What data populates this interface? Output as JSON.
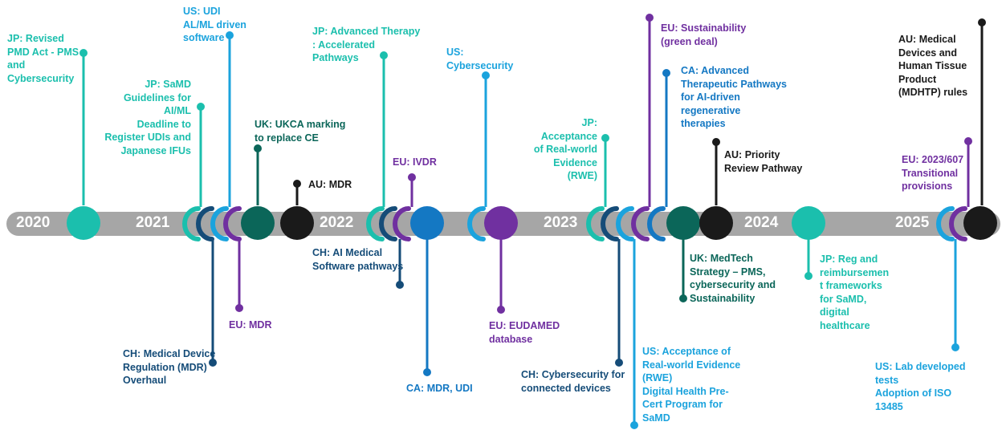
{
  "colors": {
    "teal": "#1bbfad",
    "sky": "#1ba3dd",
    "blue": "#1478c3",
    "navy": "#154c78",
    "purple": "#7030a0",
    "darkteal": "#0b6659",
    "black": "#1a1a1a",
    "bar": "#a6a6a6"
  },
  "years": [
    "2020",
    "2021",
    "2022",
    "2023",
    "2024",
    "2025"
  ],
  "events": [
    {
      "id": "jp-pmd-act",
      "color": "teal",
      "text": "JP: Revised\nPMD Act - PMS\nand\nCybersecurity"
    },
    {
      "id": "jp-samd",
      "color": "teal",
      "text": "JP: SaMD\nGuidelines for\nAI/ML\nDeadline to\nRegister UDIs and\nJapanese IFUs"
    },
    {
      "id": "us-udi-aiml",
      "color": "sky",
      "text": "US: UDI\nAL/ML driven\nsoftware"
    },
    {
      "id": "ch-mdr-overhaul",
      "color": "navy",
      "text": "CH: Medical Device\nRegulation (MDR)\nOverhaul"
    },
    {
      "id": "eu-mdr",
      "color": "purple",
      "text": "EU: MDR"
    },
    {
      "id": "uk-ukca",
      "color": "darkteal",
      "text": "UK: UKCA marking\nto replace CE"
    },
    {
      "id": "au-mdr",
      "color": "black",
      "text": "AU: MDR"
    },
    {
      "id": "jp-advanced-therapy",
      "color": "teal",
      "text": "JP: Advanced Therapy\n: Accelerated\nPathways"
    },
    {
      "id": "ch-ai-software",
      "color": "navy",
      "text": "CH: AI Medical\nSoftware pathways"
    },
    {
      "id": "eu-ivdr",
      "color": "purple",
      "text": "EU: IVDR"
    },
    {
      "id": "ca-mdr-udi",
      "color": "blue",
      "text": "CA: MDR, UDI"
    },
    {
      "id": "us-cybersecurity",
      "color": "sky",
      "text": "US:\nCybersecurity"
    },
    {
      "id": "eu-eudamed",
      "color": "purple",
      "text": "EU: EUDAMED\ndatabase"
    },
    {
      "id": "jp-rwe",
      "color": "teal",
      "text": "JP:\nAcceptance\nof Real-world\nEvidence\n(RWE)"
    },
    {
      "id": "ch-cyber-connected",
      "color": "navy",
      "text": "CH: Cybersecurity for\nconnected devices"
    },
    {
      "id": "us-rwe-precert",
      "color": "sky",
      "text": "US: Acceptance of\nReal-world Evidence\n(RWE)\nDigital Health Pre-\nCert Program for\nSaMD"
    },
    {
      "id": "eu-sustainability",
      "color": "purple",
      "text": "EU: Sustainability\n(green deal)"
    },
    {
      "id": "ca-advanced-ai",
      "color": "blue",
      "text": "CA: Advanced\nTherapeutic Pathways\nfor AI-driven\nregenerative\ntherapies"
    },
    {
      "id": "uk-medtech",
      "color": "darkteal",
      "text": "UK: MedTech\nStrategy – PMS,\ncybersecurity and\nSustainability"
    },
    {
      "id": "au-priority",
      "color": "black",
      "text": "AU: Priority\nReview Pathway"
    },
    {
      "id": "jp-samd-reimb",
      "color": "teal",
      "text": "JP: Reg and\nreimbursemen\nt frameworks\nfor SaMD,\ndigital\nhealthcare"
    },
    {
      "id": "eu-2023-607",
      "color": "purple",
      "text": "EU: 2023/607\nTransitional\nprovisions"
    },
    {
      "id": "us-lab-tests",
      "color": "sky",
      "text": "US: Lab developed\ntests\nAdoption of ISO\n13485"
    },
    {
      "id": "au-mdhtp",
      "color": "black",
      "text": "AU: Medical\nDevices and\nHuman Tissue\nProduct\n(MDHTP) rules"
    }
  ]
}
